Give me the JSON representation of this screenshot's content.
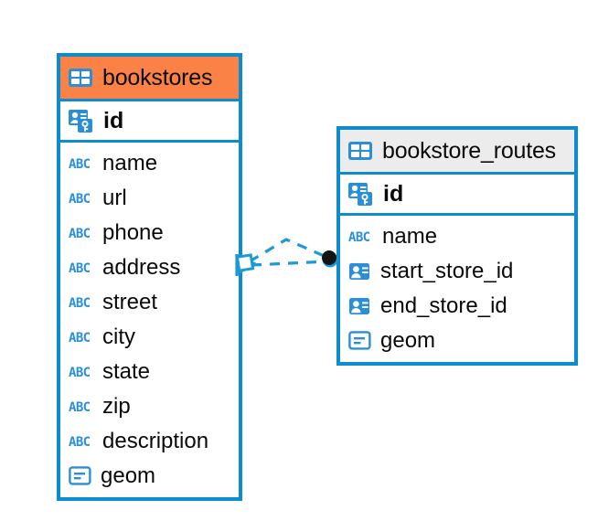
{
  "diagram": {
    "type": "entity-relationship-diagram",
    "background_color": "#ffffff",
    "accent_color": "#0d8ccd",
    "highlight_header_color": "#fa8247",
    "neutral_header_color": "#ececec"
  },
  "entities": [
    {
      "name": "bookstores",
      "header_color": "#fa8247",
      "primary_key": {
        "label": "id",
        "icon": "primary-key-icon"
      },
      "fields": [
        {
          "label": "name",
          "icon": "abc-text-icon"
        },
        {
          "label": "url",
          "icon": "abc-text-icon"
        },
        {
          "label": "phone",
          "icon": "abc-text-icon"
        },
        {
          "label": "address",
          "icon": "abc-text-icon"
        },
        {
          "label": "street",
          "icon": "abc-text-icon"
        },
        {
          "label": "city",
          "icon": "abc-text-icon"
        },
        {
          "label": "state",
          "icon": "abc-text-icon"
        },
        {
          "label": "zip",
          "icon": "abc-text-icon"
        },
        {
          "label": "description",
          "icon": "abc-text-icon"
        },
        {
          "label": "geom",
          "icon": "geometry-icon"
        }
      ]
    },
    {
      "name": "bookstore_routes",
      "header_color": "#ececec",
      "primary_key": {
        "label": "id",
        "icon": "primary-key-icon"
      },
      "fields": [
        {
          "label": "name",
          "icon": "abc-text-icon"
        },
        {
          "label": "start_store_id",
          "icon": "foreign-key-icon"
        },
        {
          "label": "end_store_id",
          "icon": "foreign-key-icon"
        },
        {
          "label": "geom",
          "icon": "geometry-icon"
        }
      ]
    }
  ],
  "relationship": {
    "from_entity": "bookstores",
    "to_entity": "bookstore_routes",
    "line_style": "dashed",
    "line_color": "#1a9ad6",
    "source_marker": "crows-foot-zero-or-many",
    "target_marker": "filled-circle-one"
  }
}
